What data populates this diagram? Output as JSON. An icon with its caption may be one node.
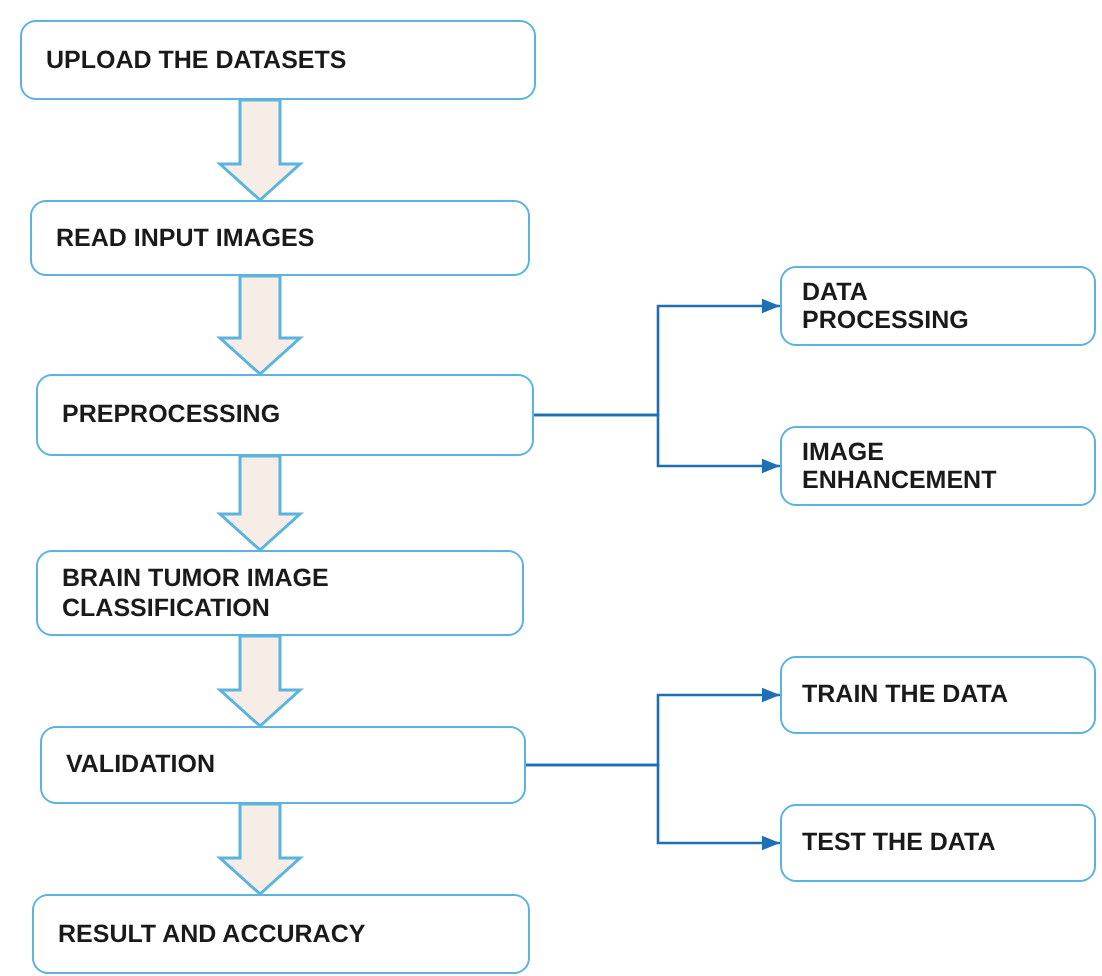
{
  "diagram": {
    "nodes": [
      {
        "text": [
          "UPLOAD THE DATASETS"
        ]
      },
      {
        "text": [
          "READ INPUT IMAGES"
        ]
      },
      {
        "text": [
          "PREPROCESSING"
        ]
      },
      {
        "text": [
          "DATA PROCESSING"
        ]
      },
      {
        "text": [
          "IMAGE ENHANCEMENT"
        ]
      },
      {
        "text": [
          "BRAIN TUMOR IMAGE CLASSIFICATION"
        ]
      },
      {
        "text": [
          "VALIDATION"
        ]
      },
      {
        "text": [
          "TRAIN THE DATA"
        ]
      },
      {
        "text": [
          "TEST THE DATA"
        ]
      },
      {
        "text": [
          "RESULT AND ACCURACY"
        ]
      }
    ],
    "edges": [
      {
        "from": 0,
        "to": 1,
        "arrow": "to",
        "style": "thick"
      },
      {
        "from": 1,
        "to": 2,
        "arrow": "to",
        "style": "thick"
      },
      {
        "from": 2,
        "to": 3,
        "arrow": "to"
      },
      {
        "from": 2,
        "to": 4,
        "arrow": "to"
      },
      {
        "from": 2,
        "to": 5,
        "arrow": "to",
        "style": "thick"
      },
      {
        "from": 5,
        "to": 6,
        "arrow": "to",
        "style": "thick"
      },
      {
        "from": 6,
        "to": 7,
        "arrow": "to"
      },
      {
        "from": 6,
        "to": 8,
        "arrow": "to"
      },
      {
        "from": 6,
        "to": 9,
        "arrow": "to",
        "style": "thick"
      }
    ]
  }
}
